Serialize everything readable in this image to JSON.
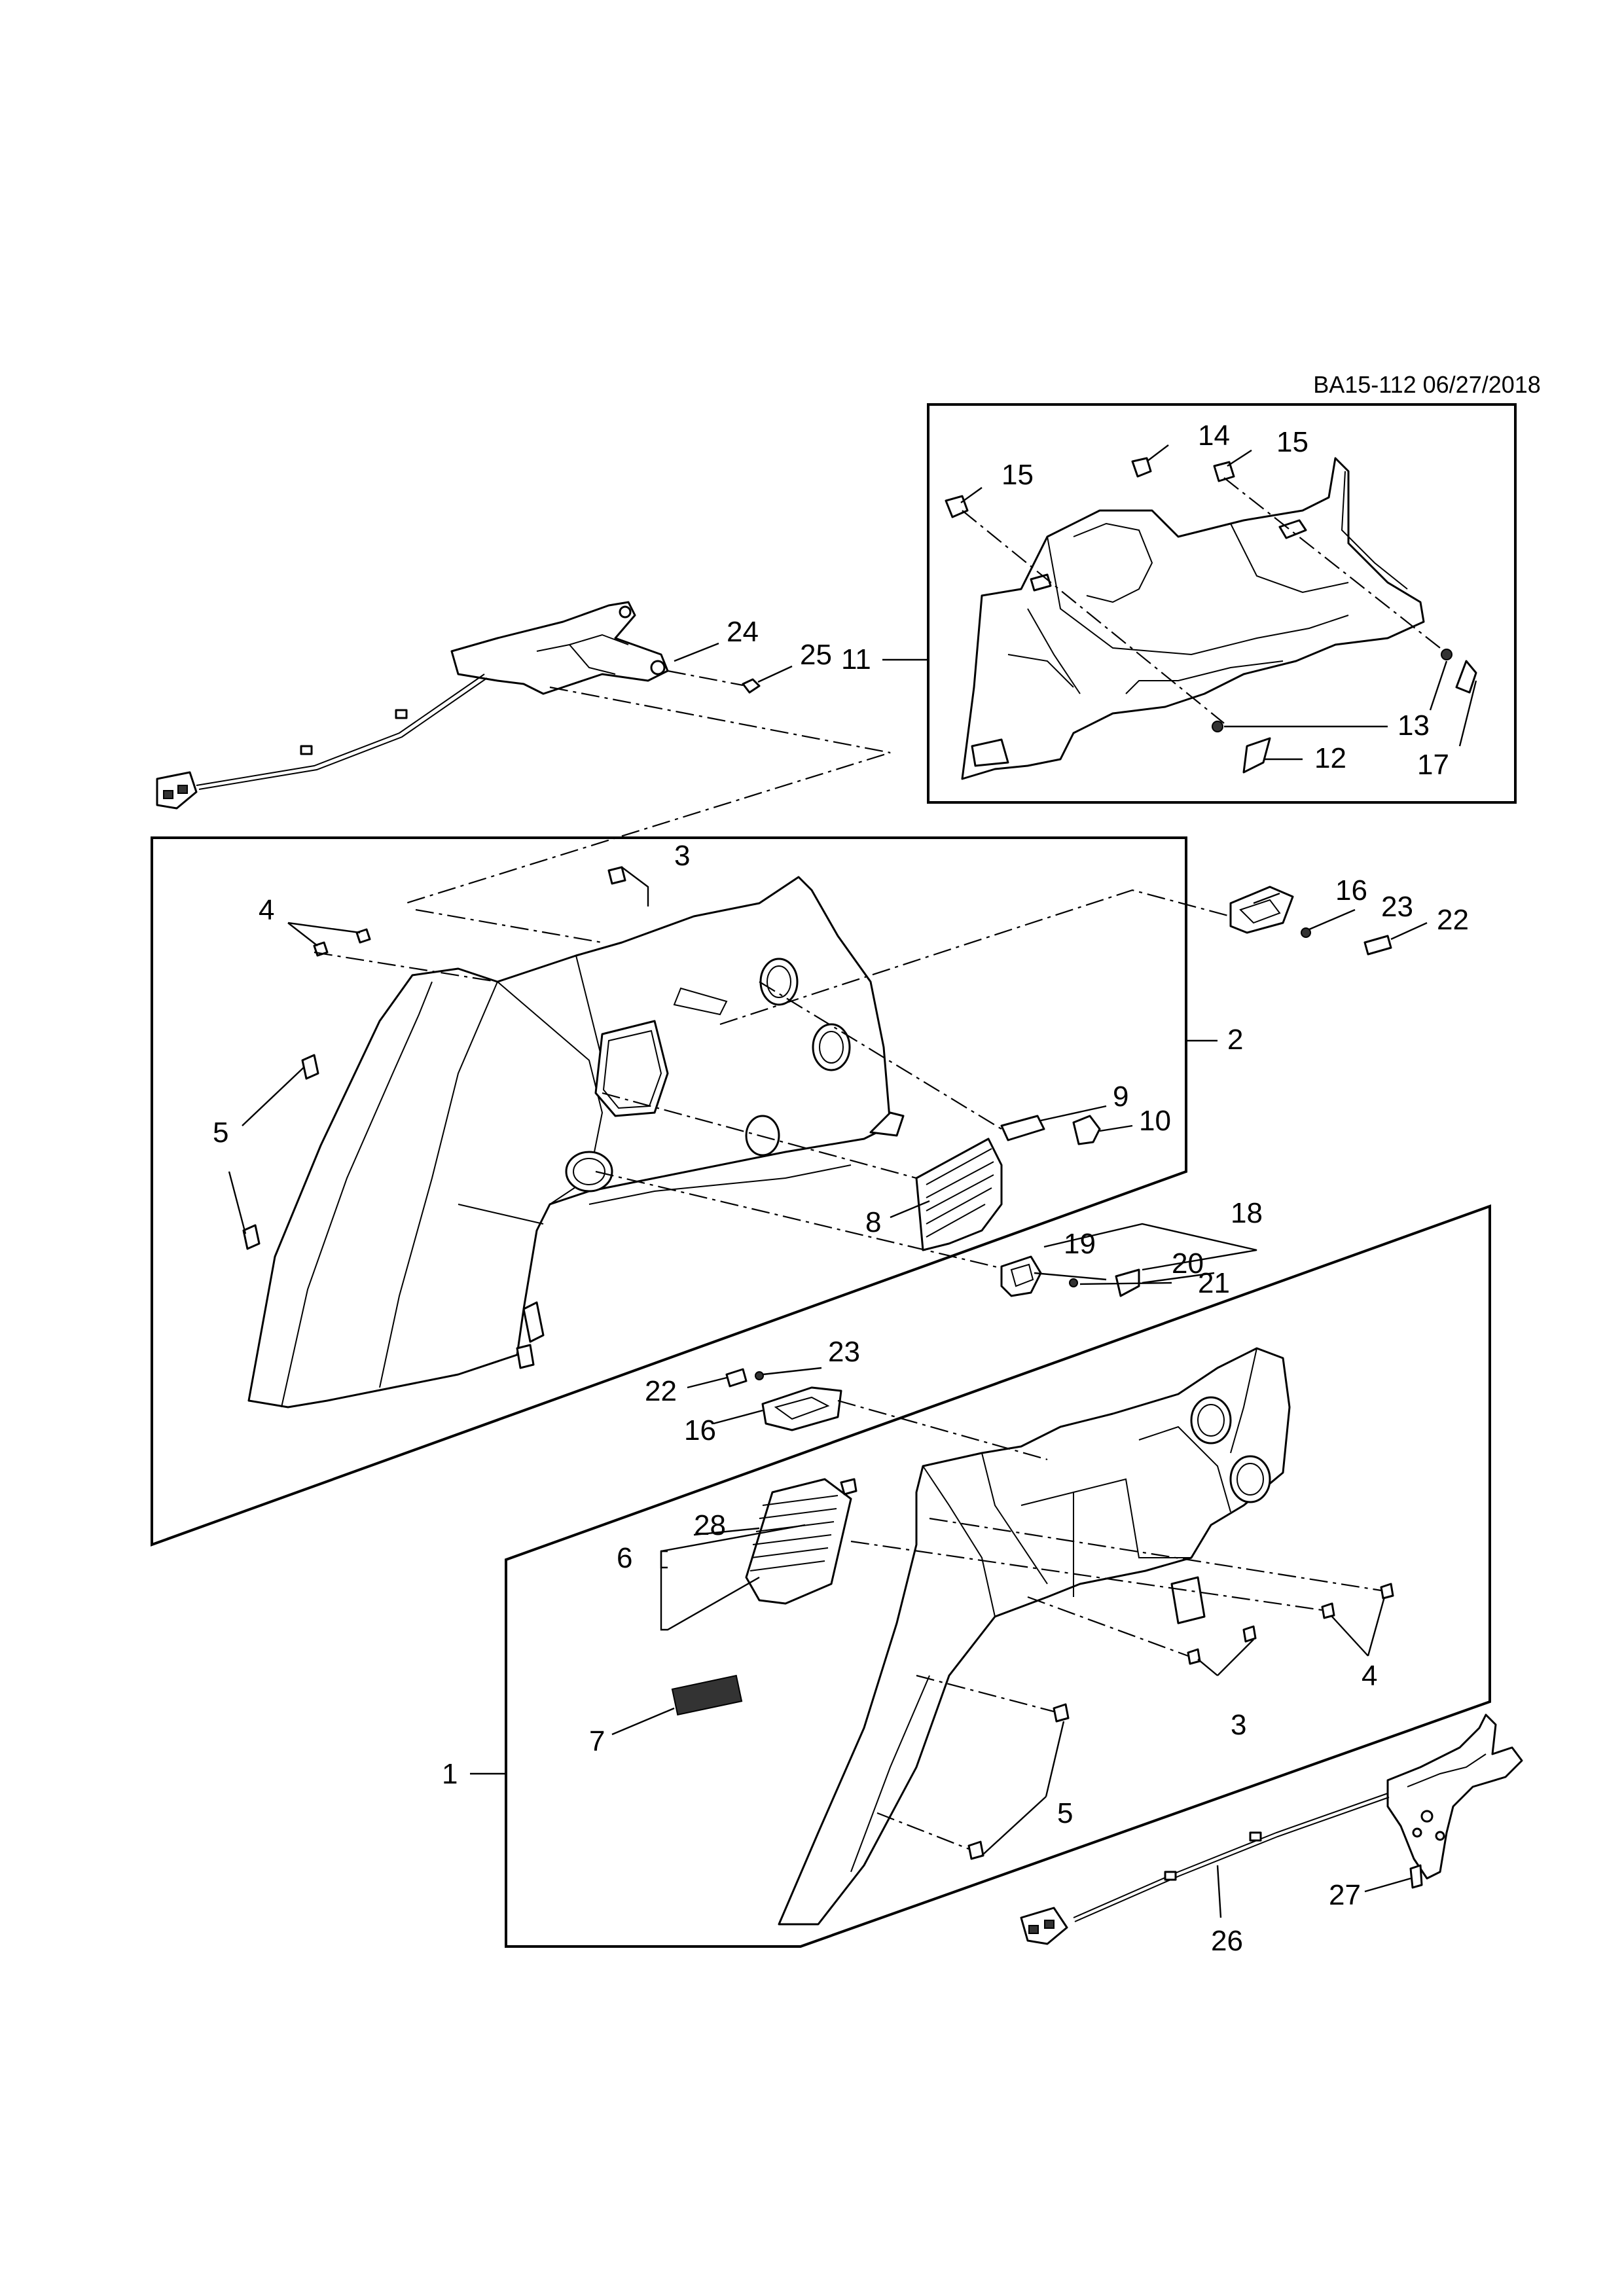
{
  "document_ref": "BA15-112 06/27/2018",
  "callouts": {
    "c1": "1",
    "c2": "2",
    "c3a": "3",
    "c3b": "3",
    "c4a": "4",
    "c4b": "4",
    "c5a": "5",
    "c5b": "5",
    "c6": "6",
    "c7": "7",
    "c8": "8",
    "c9": "9",
    "c10": "10",
    "c11": "11",
    "c12": "12",
    "c13": "13",
    "c14": "14",
    "c15a": "15",
    "c15b": "15",
    "c16a": "16",
    "c16b": "16",
    "c17": "17",
    "c18": "18",
    "c19": "19",
    "c20": "20",
    "c21": "21",
    "c22a": "22",
    "c22b": "22",
    "c23a": "23",
    "c23b": "23",
    "c24": "24",
    "c25": "25",
    "c26": "26",
    "c27": "27",
    "c28": "28"
  },
  "colors": {
    "line": "#000000",
    "background": "#ffffff",
    "fill_dark": "#333333"
  }
}
